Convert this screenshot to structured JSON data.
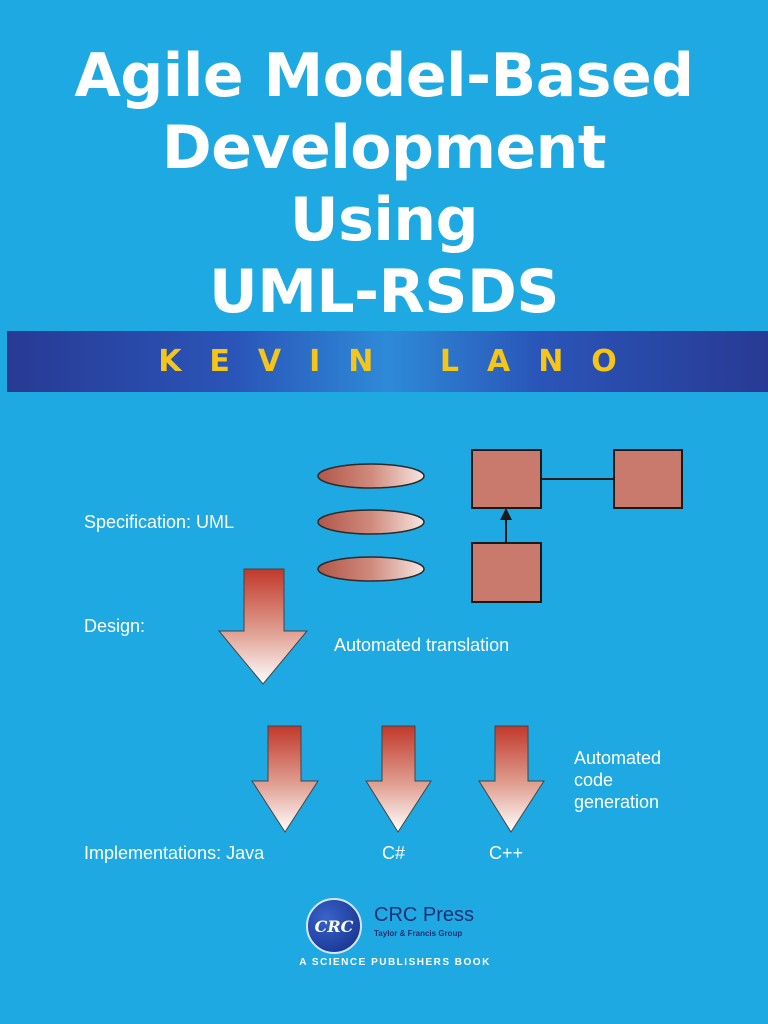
{
  "cover": {
    "title_lines": [
      "Agile Model-Based",
      "Development",
      "Using",
      "UML-RSDS"
    ],
    "author": "KEVIN LANO",
    "colors": {
      "background": "#1ea9e3",
      "band": "#283a94",
      "author": "#f5c518",
      "shape_fill": "#c97a6c"
    }
  },
  "diagram": {
    "spec_label": "Specification: UML",
    "design_label": "Design:",
    "translation_label": "Automated translation",
    "codegen_label": [
      "Automated",
      "code",
      "generation"
    ],
    "impl_label": "Implementations: Java",
    "impl_targets": [
      "C#",
      "C++"
    ]
  },
  "publisher": {
    "logo_text": "CRC",
    "name": "CRC Press",
    "group": "Taylor & Francis Group",
    "imprint": "A SCIENCE PUBLISHERS BOOK"
  }
}
